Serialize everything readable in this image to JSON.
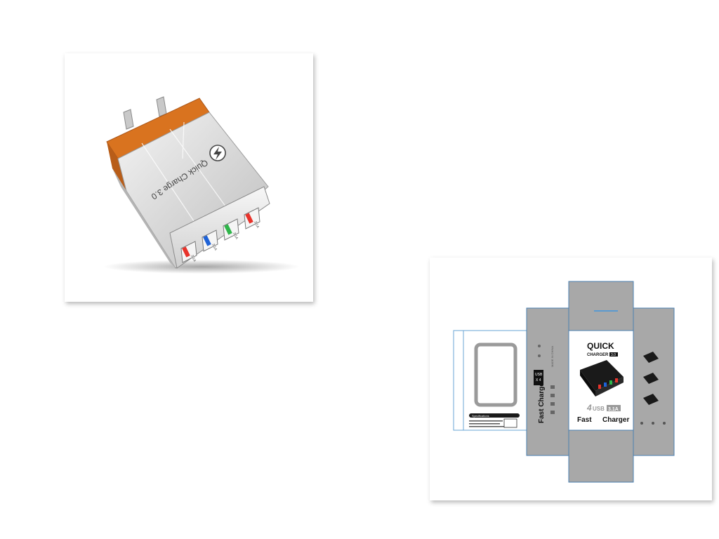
{
  "product": {
    "housing_label": "Quick Charge 3.0",
    "port_rating": "3.1A",
    "ports": [
      {
        "led": "red",
        "color": "#e8332b"
      },
      {
        "led": "blue",
        "color": "#1f62d6"
      },
      {
        "led": "green",
        "color": "#2fb54a"
      },
      {
        "led": "red",
        "color": "#e8332b"
      }
    ],
    "colors": {
      "accent": "#d9731f",
      "body": "#e9e9e9"
    }
  },
  "box": {
    "logo_title": "QUICK",
    "logo_subtitle": "CHARGER",
    "logo_badge": "3.0",
    "usb_count_line1": "USB",
    "usb_count_line2": "X 4",
    "side_title": "Fast Charger",
    "front_line1_prefix": "4",
    "front_line1_mid": "USB",
    "front_line1_badge": "3.1A",
    "front_line2": "Fast",
    "front_line2b": "Charger",
    "made_in": "MADE IN CHINA",
    "spec_title": "Specifications",
    "colors": {
      "panel": "#a8a8a8",
      "outline": "#4a90c8",
      "dark": "#1a1a1a"
    }
  }
}
